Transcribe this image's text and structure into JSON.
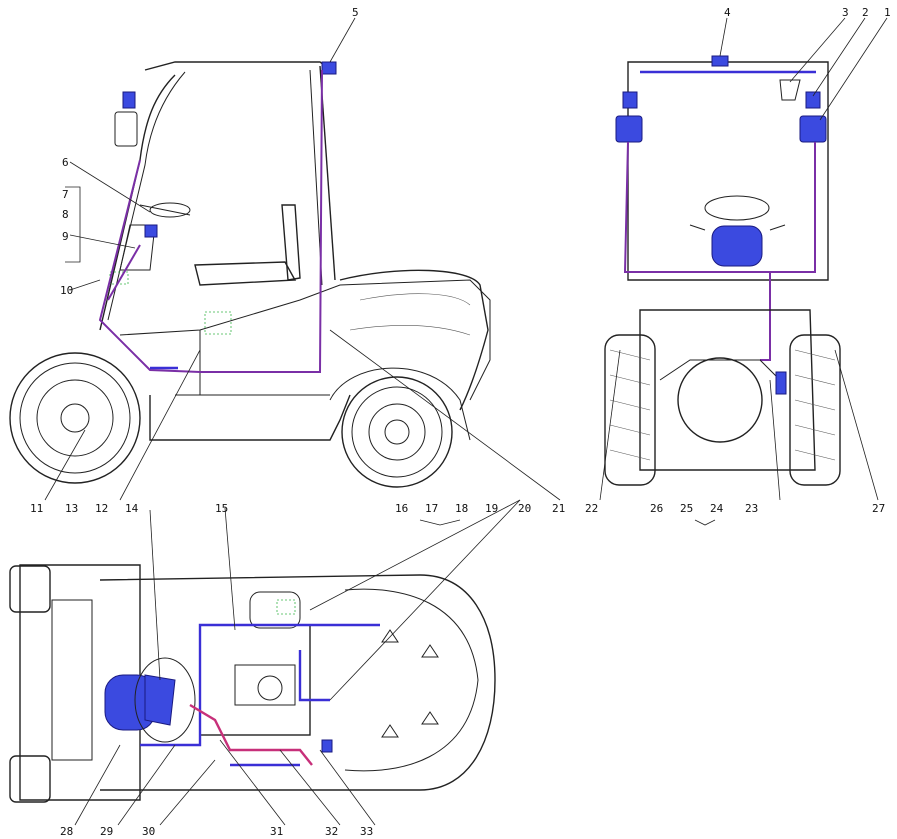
{
  "callouts": {
    "side_view": [
      "5",
      "6",
      "7",
      "8",
      "9",
      "10"
    ],
    "rear_view": [
      "4",
      "3",
      "2",
      "1"
    ],
    "bottom_row_a": [
      "11",
      "13",
      "12",
      "14",
      "22",
      "26",
      "25",
      "24",
      "23",
      "27"
    ],
    "bottom_row_b": [
      "16",
      "17",
      "18",
      "19",
      "20",
      "21"
    ],
    "plan_view_top": [
      "15"
    ],
    "plan_view_bottom": [
      "28",
      "29",
      "30",
      "31",
      "32",
      "33"
    ]
  },
  "colors": {
    "wiring": "#3a2fd6",
    "harness": "#7a2fa6",
    "pipe": "#c7307a",
    "component": "#3b4ae0",
    "hidden_part": "#39b54a",
    "outline": "#222222"
  }
}
